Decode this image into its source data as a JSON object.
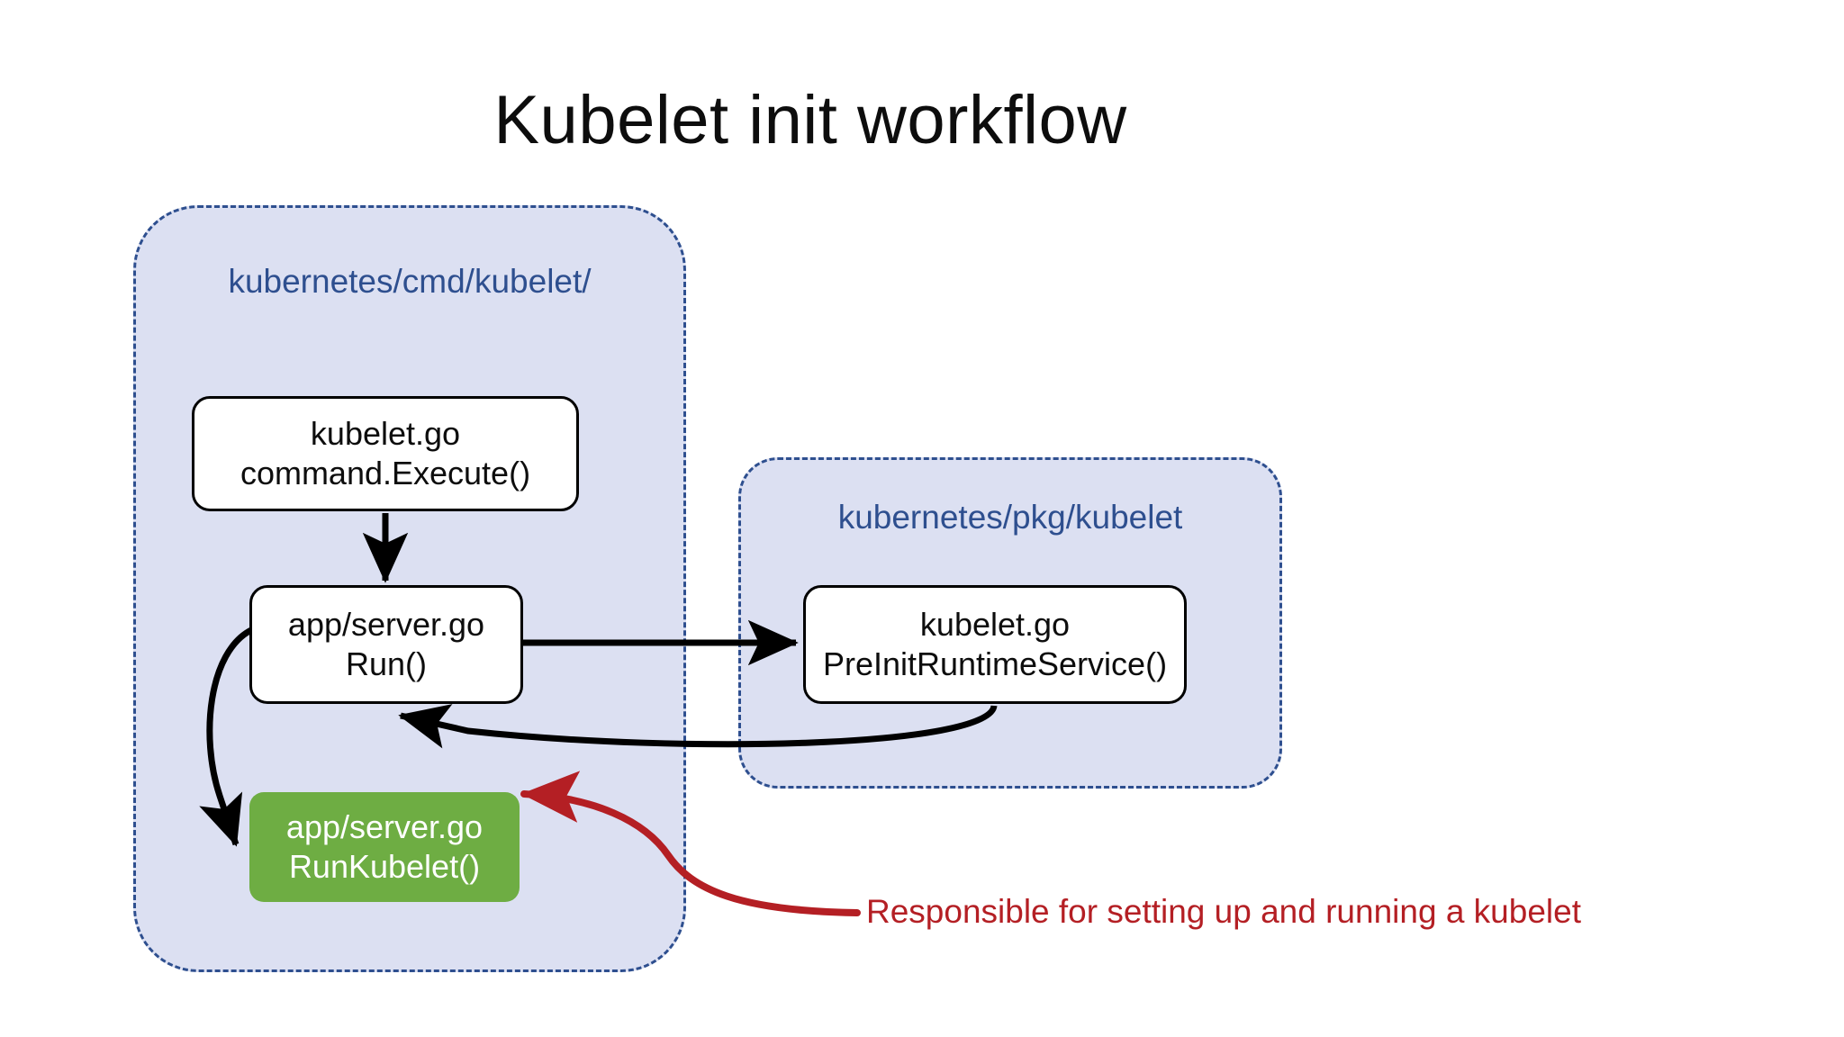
{
  "slide": {
    "title": "Kubelet init workflow",
    "background_color": "#ffffff"
  },
  "colors": {
    "container_fill": "#dce0f2",
    "container_border": "#2e4f8f",
    "container_label": "#2e4f8f",
    "node_border": "#000000",
    "node_fill": "#ffffff",
    "highlight_fill": "#6ead43",
    "highlight_text": "#ffffff",
    "arrow": "#000000",
    "callout": "#b41f24",
    "title_text": "#0d0d0d"
  },
  "containers": [
    {
      "id": "cmd",
      "label": "kubernetes/cmd/kubelet/"
    },
    {
      "id": "pkg",
      "label": "kubernetes/pkg/kubelet"
    }
  ],
  "nodes": [
    {
      "id": "execute",
      "line1": "kubelet.go",
      "line2": "command.Execute()",
      "style": "white",
      "container": "cmd"
    },
    {
      "id": "run",
      "line1": "app/server.go",
      "line2": "Run()",
      "style": "white",
      "container": "cmd"
    },
    {
      "id": "preinit",
      "line1": "kubelet.go",
      "line2": "PreInitRuntimeService()",
      "style": "white",
      "container": "pkg"
    },
    {
      "id": "runkubelet",
      "line1": "app/server.go",
      "line2": "RunKubelet()",
      "style": "green",
      "container": "cmd"
    }
  ],
  "connectors": [
    {
      "id": "execute-to-run",
      "from": "execute",
      "to": "run",
      "kind": "straight-down",
      "color": "#000000"
    },
    {
      "id": "run-to-preinit",
      "from": "run",
      "to": "preinit",
      "kind": "straight-right",
      "color": "#000000"
    },
    {
      "id": "preinit-to-run",
      "from": "preinit",
      "to": "run",
      "kind": "curved-return",
      "color": "#000000"
    },
    {
      "id": "run-to-runkubelet",
      "from": "run",
      "to": "runkubelet",
      "kind": "curved-left-down",
      "color": "#000000"
    }
  ],
  "callout": {
    "text": "Responsible for setting up and running a kubelet",
    "target": "runkubelet",
    "color": "#b41f24"
  }
}
